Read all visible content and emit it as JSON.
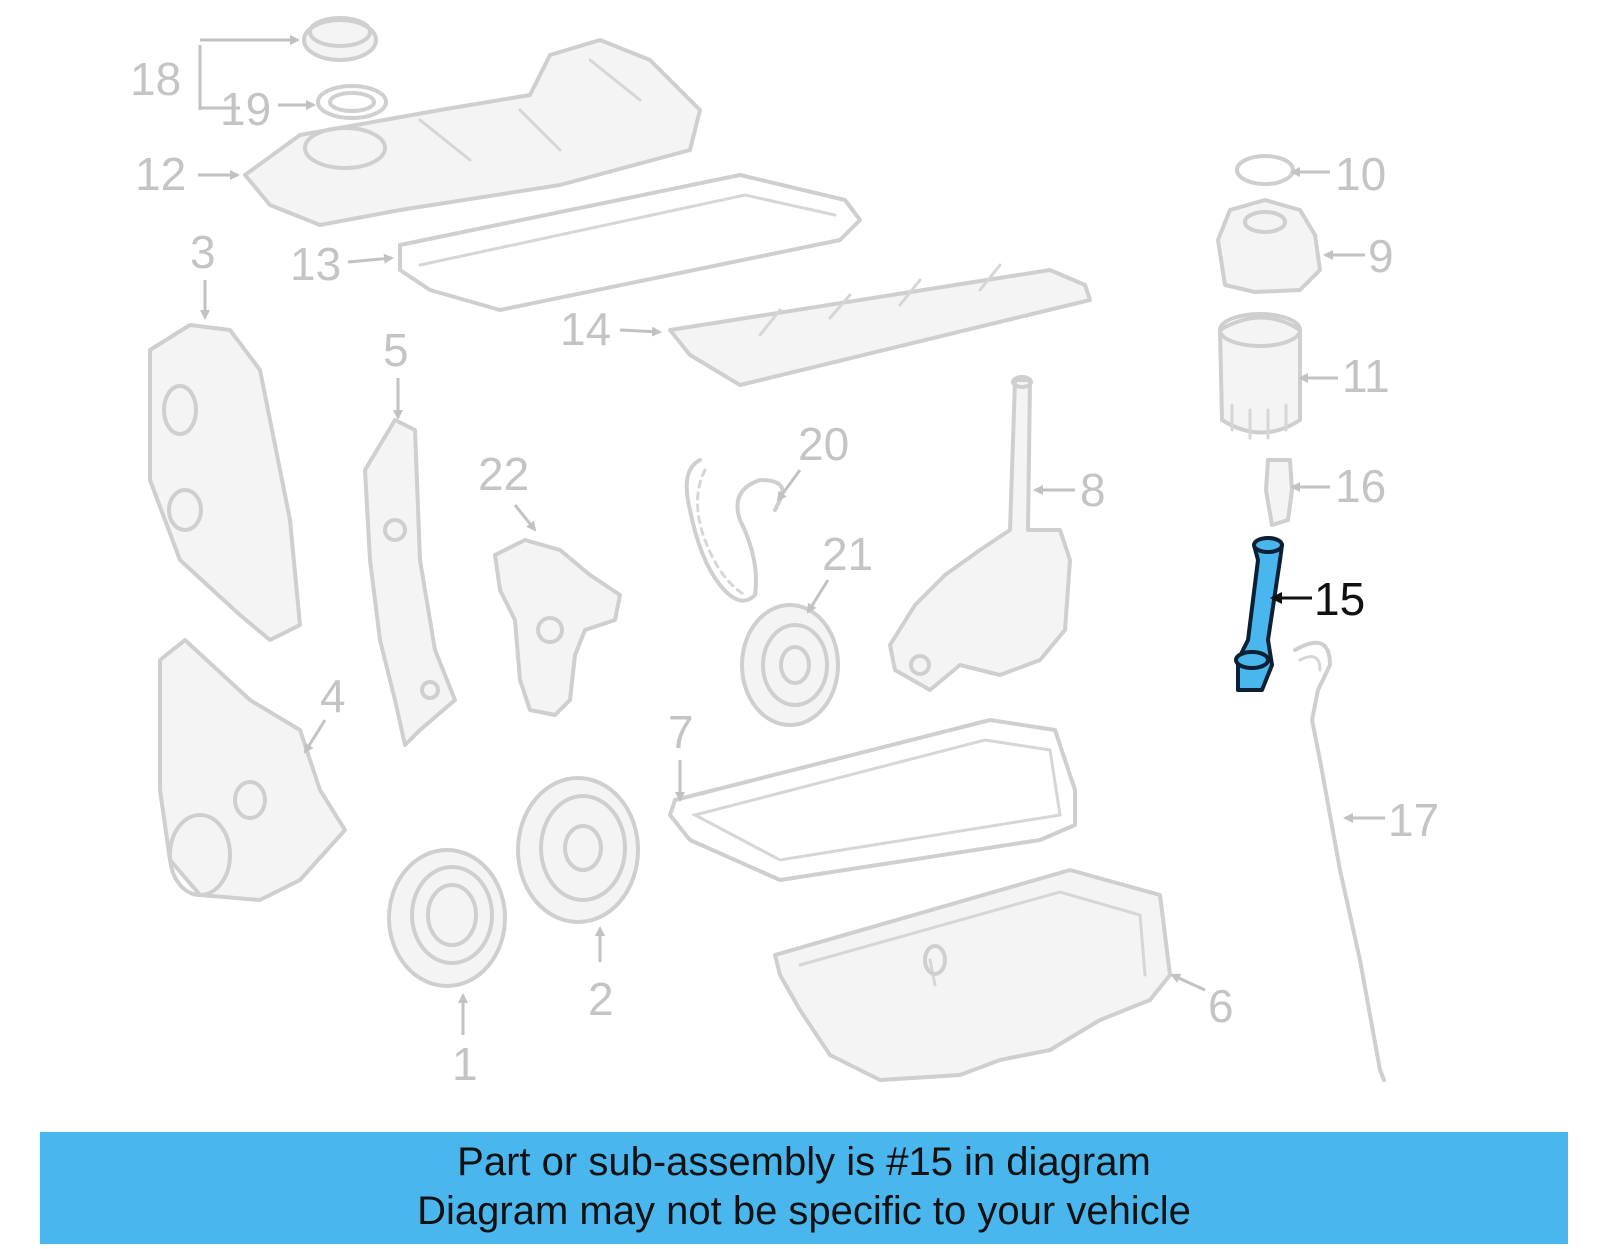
{
  "callouts": {
    "c1": "1",
    "c2": "2",
    "c3": "3",
    "c4": "4",
    "c5": "5",
    "c6": "6",
    "c7": "7",
    "c8": "8",
    "c9": "9",
    "c10": "10",
    "c11": "11",
    "c12": "12",
    "c13": "13",
    "c14": "14",
    "c15": "15",
    "c16": "16",
    "c17": "17",
    "c18": "18",
    "c19": "19",
    "c20": "20",
    "c21": "21",
    "c22": "22"
  },
  "highlighted_part": "15",
  "colors": {
    "highlight": "#4ab6ee",
    "banner": "#4ab6ee",
    "part_gray": "#cfcfcf"
  },
  "banner": {
    "line1": "Part or sub-assembly is #15 in diagram",
    "line2": "Diagram may not be specific to your vehicle"
  }
}
